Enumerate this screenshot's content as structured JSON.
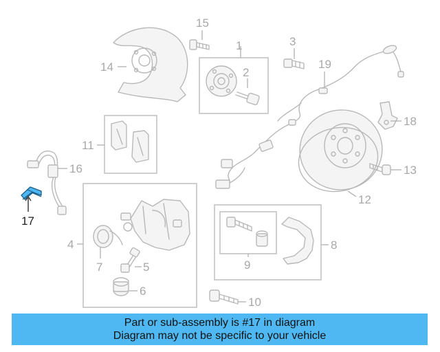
{
  "callouts": [
    {
      "id": "1",
      "text": "1"
    },
    {
      "id": "2",
      "text": "2"
    },
    {
      "id": "3",
      "text": "3"
    },
    {
      "id": "4",
      "text": "4"
    },
    {
      "id": "5",
      "text": "5"
    },
    {
      "id": "6",
      "text": "6"
    },
    {
      "id": "7",
      "text": "7"
    },
    {
      "id": "8",
      "text": "8"
    },
    {
      "id": "9",
      "text": "9"
    },
    {
      "id": "10",
      "text": "10"
    },
    {
      "id": "11",
      "text": "11"
    },
    {
      "id": "12",
      "text": "12"
    },
    {
      "id": "13",
      "text": "13"
    },
    {
      "id": "14",
      "text": "14"
    },
    {
      "id": "15",
      "text": "15"
    },
    {
      "id": "16",
      "text": "16"
    },
    {
      "id": "17",
      "text": "17"
    },
    {
      "id": "18",
      "text": "18"
    },
    {
      "id": "19",
      "text": "19"
    }
  ],
  "highlighted_part": "17",
  "highlight_color": "#4fb8f2",
  "banner": {
    "line1": "Part or sub-assembly is #17 in diagram",
    "line2": "Diagram may not be specific to your vehicle",
    "background": "#4fb8f2"
  }
}
